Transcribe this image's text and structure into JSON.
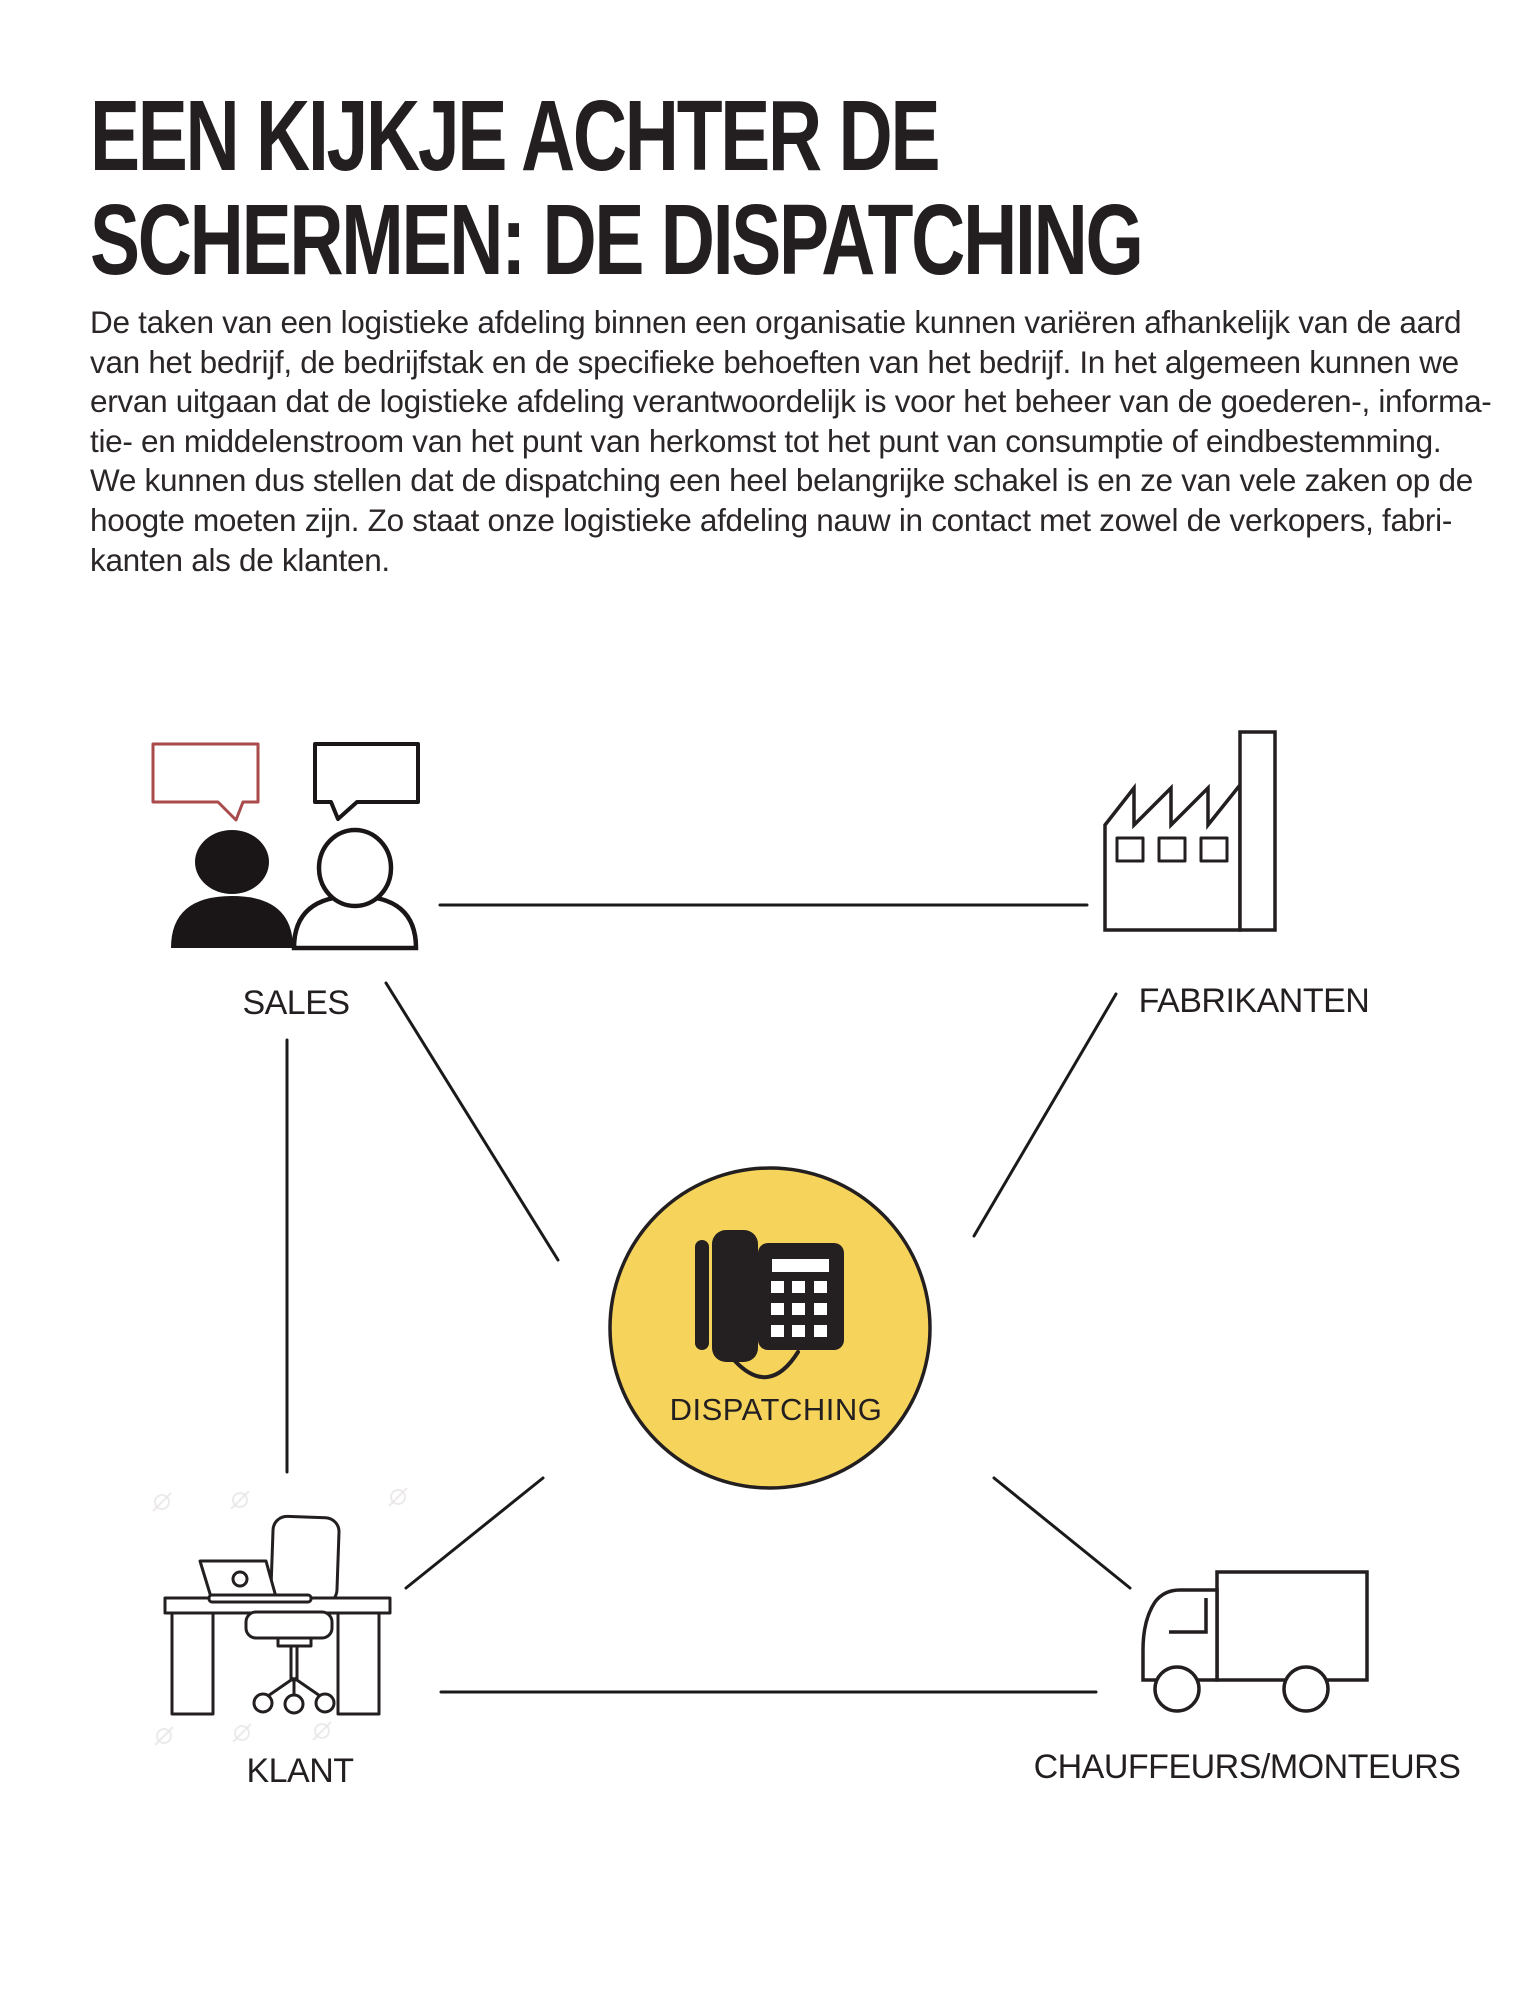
{
  "title": {
    "line1": "EEN KIJKJE ACHTER DE",
    "line2": "SCHERMEN: DE DISPATCHING"
  },
  "intro": {
    "text": "De taken van een logistieke afdeling binnen een organisatie kunnen variëren afhankelijk van de aard\nvan het bedrijf, de bedrijfstak en de specifieke behoeften van het bedrijf. In het algemeen kunnen we\nervan uitgaan dat de logistieke afdeling verantwoordelijk is voor het beheer van de goederen-, informa-\ntie- en middelenstroom van het punt van herkomst tot het punt van consumptie of eindbestemming.\nWe kunnen dus stellen dat de dispatching een heel belangrijke schakel is en ze van vele zaken op de\nhoogte moeten zijn. Zo staat onze logistieke afdeling nauw in contact met zowel de verkopers, fabri-\nkanten als de klanten."
  },
  "diagram": {
    "nodes": {
      "sales": {
        "label": "SALES",
        "icon": "two-people-with-speech-bubbles"
      },
      "fabrikanten": {
        "label": "FABRIKANTEN",
        "icon": "factory"
      },
      "dispatching": {
        "label": "DISPATCHING",
        "icon": "desk-phone-in-yellow-circle"
      },
      "klant": {
        "label": "KLANT",
        "icon": "office-desk-chair-laptop"
      },
      "chauffeurs": {
        "label": "CHAUFFEURS/MONTEURS",
        "icon": "truck"
      }
    },
    "connections": [
      "sales - fabrikanten",
      "sales - klant",
      "klant - chauffeurs/monteurs",
      "sales - dispatching",
      "fabrikanten - dispatching",
      "klant - dispatching",
      "dispatching - chauffeurs/monteurs"
    ]
  },
  "colors": {
    "accent_yellow": "#F6D45C",
    "bubble_red": "#A94A4B",
    "ink": "#231F20",
    "line": "#1A1A1A",
    "watermark": "#E9E5E5"
  }
}
